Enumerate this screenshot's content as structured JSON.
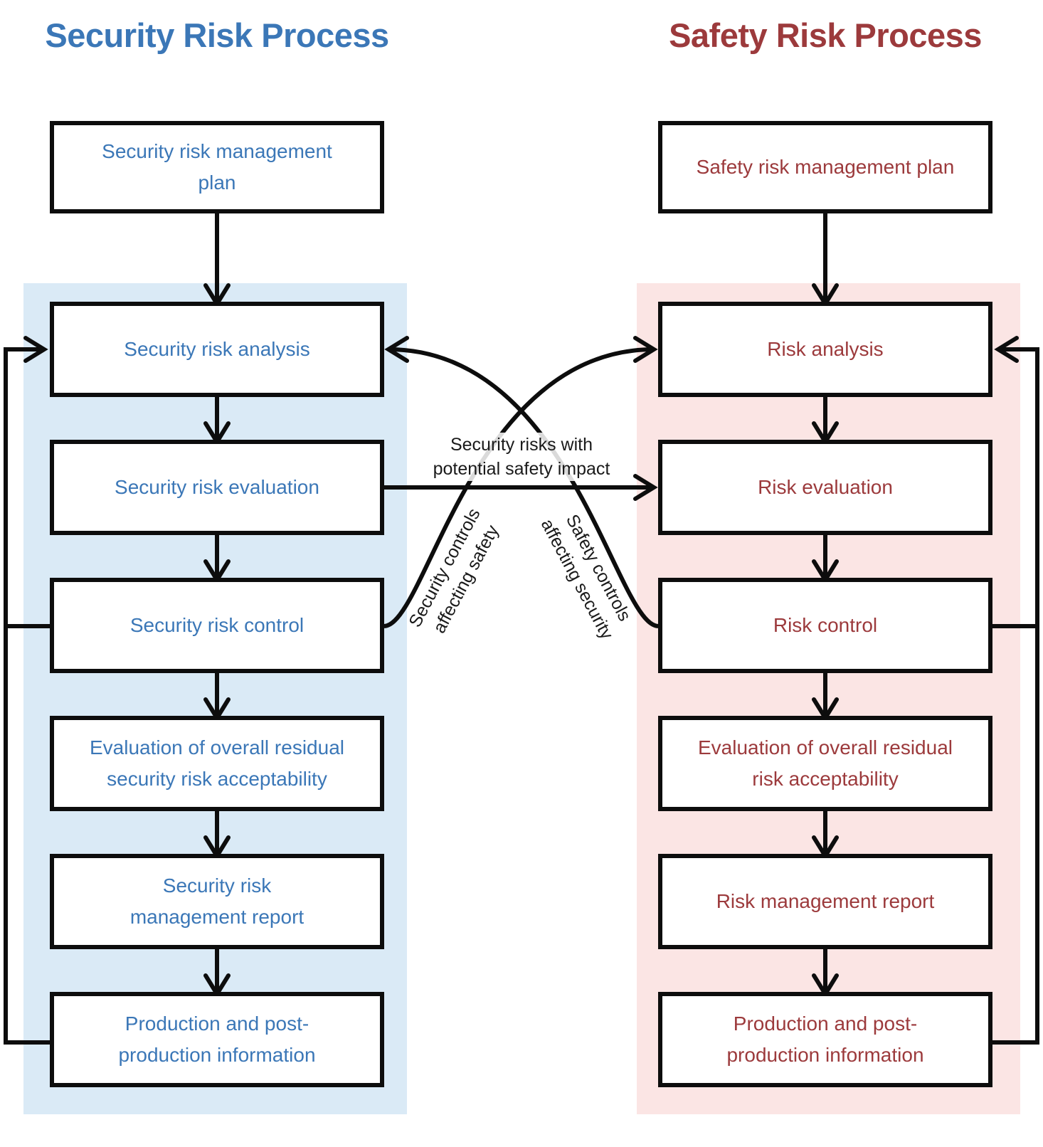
{
  "titles": {
    "security": "Security Risk Process",
    "safety": "Safety Risk Process"
  },
  "colors": {
    "security_accent": "#3b77b7",
    "safety_accent": "#9c3a3c",
    "security_panel": "#daeaf6",
    "safety_panel": "#fbe5e4",
    "connector": "#0d0d0d",
    "label_text": "#1a1a1a"
  },
  "security_process": {
    "steps": [
      {
        "lines": [
          "Security risk management",
          "plan"
        ]
      },
      {
        "lines": [
          "Security risk analysis"
        ]
      },
      {
        "lines": [
          "Security risk evaluation"
        ]
      },
      {
        "lines": [
          "Security risk control"
        ]
      },
      {
        "lines": [
          "Evaluation of overall residual",
          "security risk acceptability"
        ]
      },
      {
        "lines": [
          "Security risk",
          "management report"
        ]
      },
      {
        "lines": [
          "Production and post-",
          "production information"
        ]
      }
    ]
  },
  "safety_process": {
    "steps": [
      {
        "lines": [
          "Safety risk management plan"
        ]
      },
      {
        "lines": [
          "Risk analysis"
        ]
      },
      {
        "lines": [
          "Risk evaluation"
        ]
      },
      {
        "lines": [
          "Risk control"
        ]
      },
      {
        "lines": [
          "Evaluation of overall residual",
          "risk acceptability"
        ]
      },
      {
        "lines": [
          "Risk management report"
        ]
      },
      {
        "lines": [
          "Production and post-",
          "production information"
        ]
      }
    ]
  },
  "connector_labels": {
    "risk_impact": {
      "lines": [
        "Security risks with",
        "potential safety impact"
      ]
    },
    "security_controls": {
      "lines": [
        "Security controls",
        "affecting safety"
      ]
    },
    "safety_controls": {
      "lines": [
        "Safety controls",
        "affecting security"
      ]
    }
  }
}
